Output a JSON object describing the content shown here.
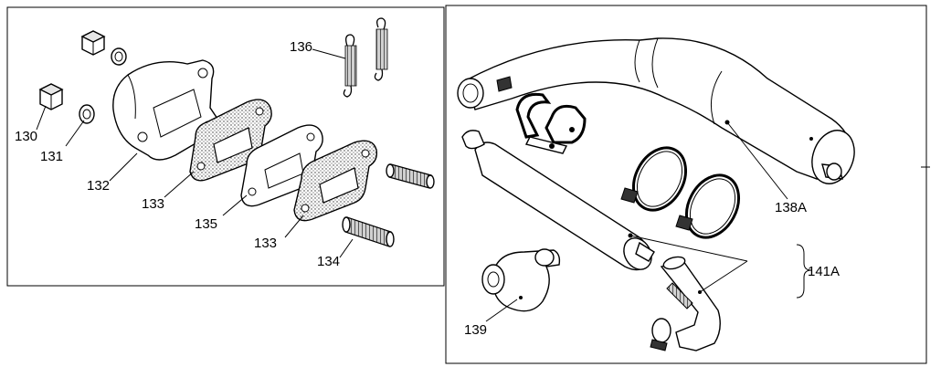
{
  "left_panel": {
    "callouts": {
      "p130": "130",
      "p131": "131",
      "p132": "132",
      "p133a": "133",
      "p133b": "133",
      "p134": "134",
      "p135": "135",
      "p136": "136"
    }
  },
  "right_panel": {
    "callouts": {
      "p138a": "138A",
      "p139": "139",
      "p141a": "141A"
    }
  }
}
